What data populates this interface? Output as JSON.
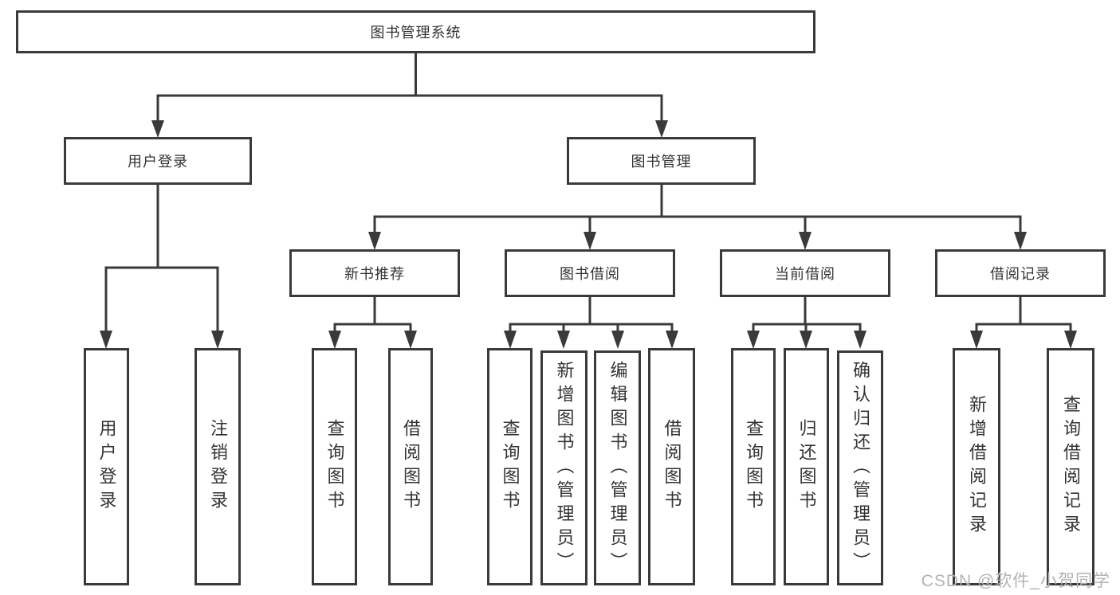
{
  "diagram_type": "hierarchy-tree",
  "colors": {
    "line": "#3a3a3a",
    "box_border": "#3a3a3a",
    "box_fill": "#ffffff",
    "text": "#333333",
    "watermark": "#b3b3b8"
  },
  "tree": {
    "label": "图书管理系统",
    "children": [
      {
        "label": "用户登录",
        "children": [
          {
            "label": "用户登录"
          },
          {
            "label": "注销登录"
          }
        ]
      },
      {
        "label": "图书管理",
        "children": [
          {
            "label": "新书推荐",
            "children": [
              {
                "label": "查询图书"
              },
              {
                "label": "借阅图书"
              }
            ]
          },
          {
            "label": "图书借阅",
            "children": [
              {
                "label": "查询图书"
              },
              {
                "label": "新增图书（管理员）"
              },
              {
                "label": "编辑图书（管理员）"
              },
              {
                "label": "借阅图书"
              }
            ]
          },
          {
            "label": "当前借阅",
            "children": [
              {
                "label": "查询图书"
              },
              {
                "label": "归还图书"
              },
              {
                "label": "确认归还（管理员）"
              }
            ]
          },
          {
            "label": "借阅记录",
            "children": [
              {
                "label": "新增借阅记录"
              },
              {
                "label": "查询借阅记录"
              }
            ]
          }
        ]
      }
    ]
  },
  "watermark": {
    "text": "CSDN @软件_小贺同学"
  }
}
